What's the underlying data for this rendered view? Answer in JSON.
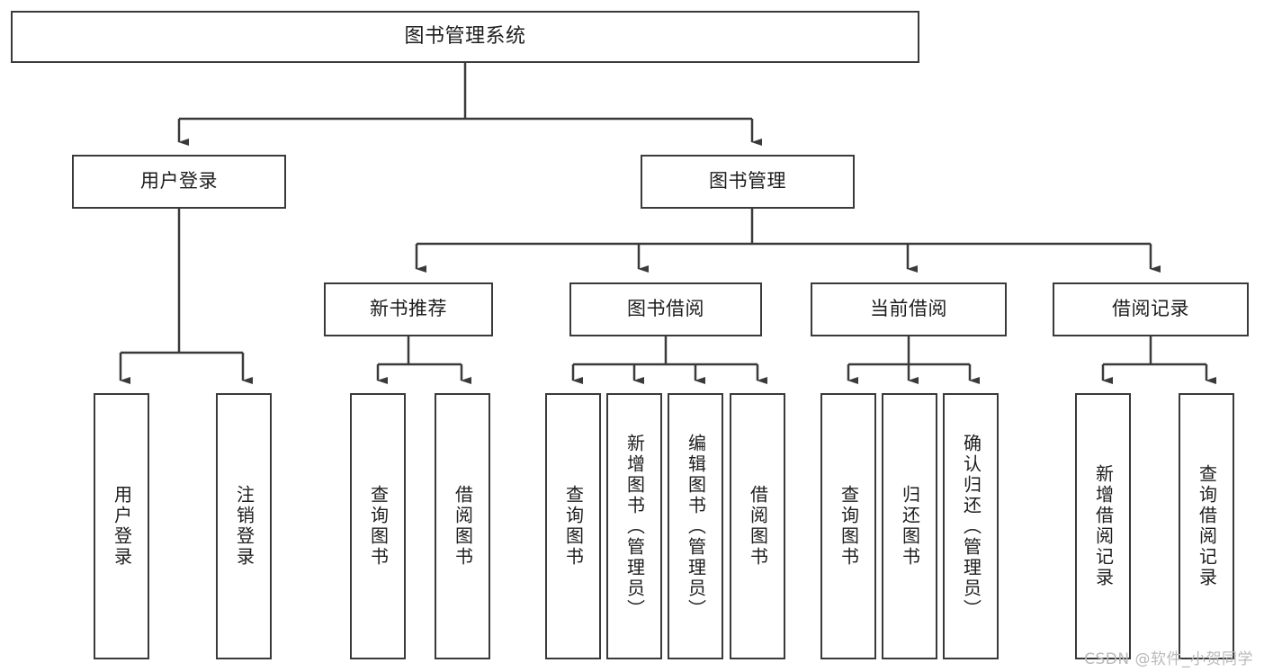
{
  "diagram": {
    "title": "图书管理系统",
    "watermark": "CSDN @软件_小贺同学",
    "stroke_color": "#3a3a3a",
    "text_color": "#1d1d1d",
    "background_color": "#ffffff",
    "watermark_color": "#b9b9b9"
  },
  "nodes": {
    "root": {
      "label": "图书管理系统"
    },
    "level2": [
      {
        "label": "用户登录"
      },
      {
        "label": "图书管理"
      }
    ],
    "level3": [
      {
        "label": "新书推荐"
      },
      {
        "label": "图书借阅"
      },
      {
        "label": "当前借阅"
      },
      {
        "label": "借阅记录"
      }
    ],
    "leaves": {
      "user_login": [
        {
          "label": "用户登录"
        },
        {
          "label": "注销登录"
        }
      ],
      "new_book": [
        {
          "label": "查询图书"
        },
        {
          "label": "借阅图书"
        }
      ],
      "book_borrow": [
        {
          "label": "查询图书"
        },
        {
          "label": "新增图书（管理员）"
        },
        {
          "label": "编辑图书（管理员）"
        },
        {
          "label": "借阅图书"
        }
      ],
      "current_borrow": [
        {
          "label": "查询图书"
        },
        {
          "label": "归还图书"
        },
        {
          "label": "确认归还（管理员）"
        }
      ],
      "borrow_record": [
        {
          "label": "新增借阅记录"
        },
        {
          "label": "查询借阅记录"
        }
      ]
    }
  }
}
